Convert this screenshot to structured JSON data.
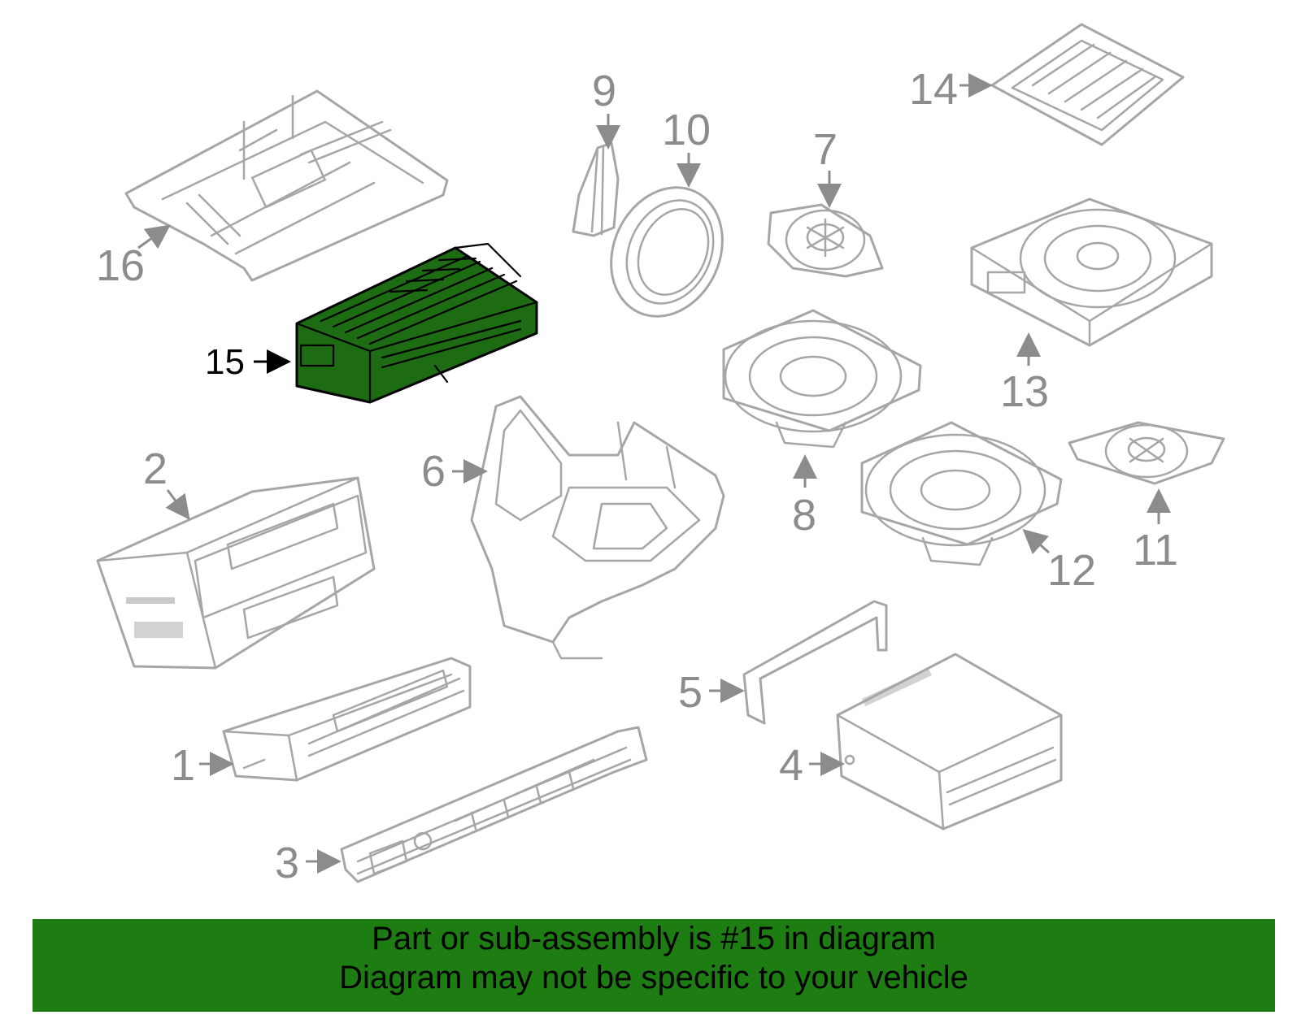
{
  "callouts": {
    "c1": "1",
    "c2": "2",
    "c3": "3",
    "c4": "4",
    "c5": "5",
    "c6": "6",
    "c7": "7",
    "c8": "8",
    "c9": "9",
    "c10": "10",
    "c11": "11",
    "c12": "12",
    "c13": "13",
    "c14": "14",
    "c15": "15",
    "c16": "16"
  },
  "highlighted_part": "15",
  "colors": {
    "highlight": "#1d6b12",
    "banner": "#1e7d12",
    "line": "#a6a6a6"
  },
  "banner": {
    "line1": "Part or sub-assembly is #15 in diagram",
    "line2": "Diagram may not be specific to your vehicle"
  }
}
